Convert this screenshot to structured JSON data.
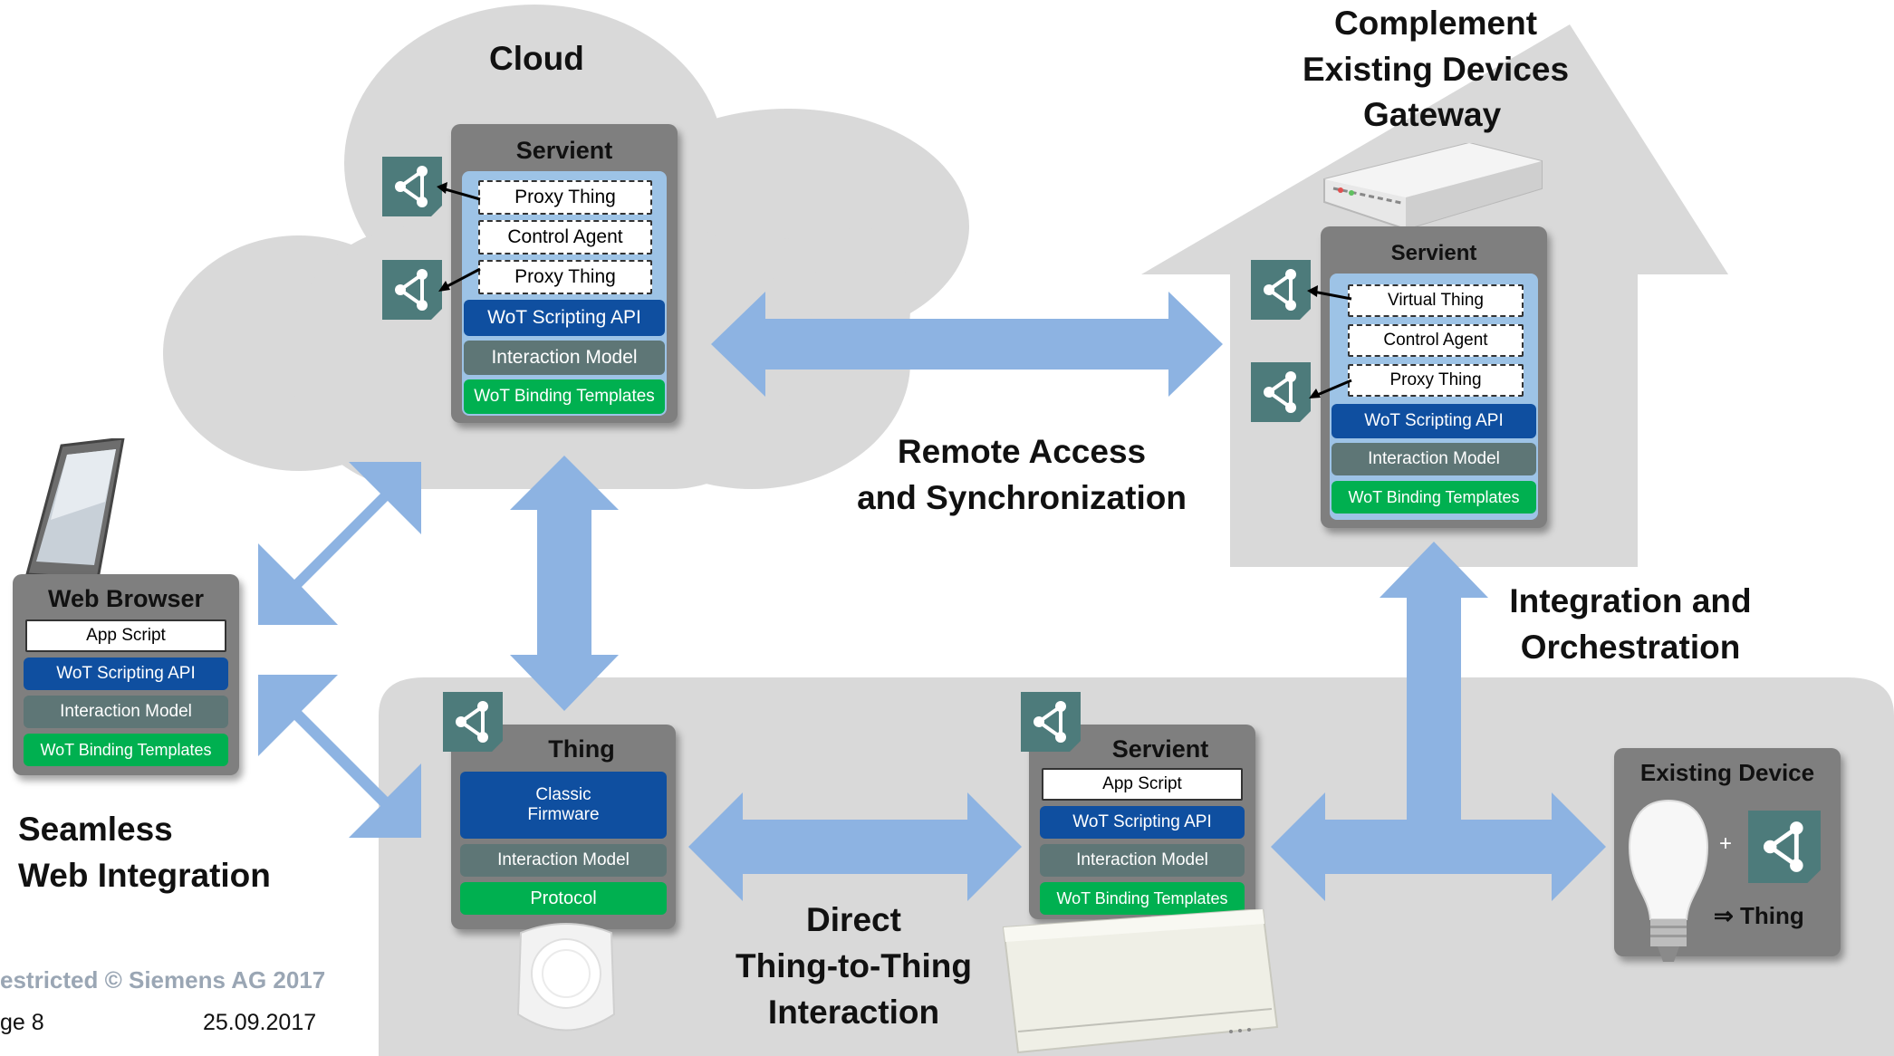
{
  "colors": {
    "cloud_grey": "#d9d9d9",
    "panel_grey": "#7f7f7f",
    "arrow_blue": "#8db3e2",
    "scripting_blue": "#0f4fa0",
    "model_grey": "#5e7676",
    "binding_green": "#00b050",
    "thing_icon_teal": "#4d7b7b"
  },
  "zones": {
    "cloud": "Cloud",
    "gateway": "Gateway"
  },
  "cloud_servient": {
    "title": "Servient",
    "proxy_thing_1": "Proxy Thing",
    "control_agent": "Control Agent",
    "proxy_thing_2": "Proxy Thing",
    "scripting_api": "WoT Scripting API",
    "interaction_model": "Interaction Model",
    "binding_templates": "WoT Binding Templates"
  },
  "gateway_servient": {
    "title": "Servient",
    "virtual_thing": "Virtual Thing",
    "control_agent": "Control Agent",
    "proxy_thing": "Proxy Thing",
    "scripting_api": "WoT Scripting API",
    "interaction_model": "Interaction Model",
    "binding_templates": "WoT Binding Templates"
  },
  "web_browser": {
    "title": "Web Browser",
    "app_script": "App Script",
    "scripting_api": "WoT Scripting API",
    "interaction_model": "Interaction Model",
    "binding_templates": "WoT Binding Templates"
  },
  "thing": {
    "title": "Thing",
    "firmware_line1": "Classic",
    "firmware_line2": "Firmware",
    "interaction_model": "Interaction Model",
    "protocol": "Protocol"
  },
  "local_servient": {
    "title": "Servient",
    "app_script": "App Script",
    "scripting_api": "WoT Scripting API",
    "interaction_model": "Interaction Model",
    "binding_templates": "WoT Binding Templates"
  },
  "existing_device": {
    "title": "Existing Device",
    "plus": "+",
    "result": "⇒ Thing"
  },
  "captions": {
    "remote_access_1": "Remote Access",
    "remote_access_2": "and Synchronization",
    "integration_1": "Integration and",
    "integration_2": "Orchestration",
    "seamless_1": "Seamless",
    "seamless_2": "Web Integration",
    "direct_1": "Direct",
    "direct_2": "Thing-to-Thing",
    "direct_3": "Interaction",
    "complement_1": "Complement",
    "complement_2": "Existing Devices"
  },
  "footer": {
    "copyright": "estricted © Siemens AG 2017",
    "page": "ge 8",
    "date": "25.09.2017"
  }
}
